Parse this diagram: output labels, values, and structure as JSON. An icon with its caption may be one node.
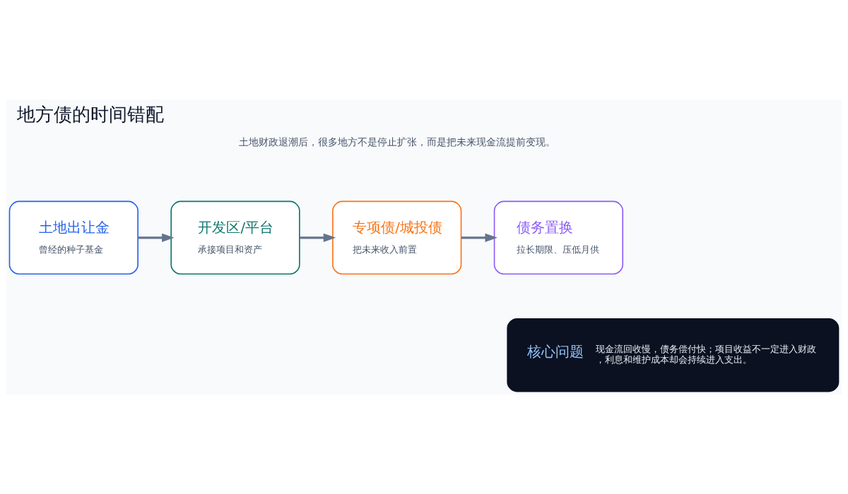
{
  "diagram": {
    "title": "地方债的时间错配",
    "nodes": [
      {
        "text": [
          "土地出让金",
          "曾经的种子基金"
        ]
      },
      {
        "text": [
          "开发区/平台",
          "承接项目和资产"
        ]
      },
      {
        "text": [
          "专项债/城投债",
          "把未来收入前置"
        ]
      },
      {
        "text": [
          "债务置换",
          "拉长期限、压低月供"
        ]
      },
      {
        "text": [
          "核心问题",
          "现金流回收慢，债务偿付快；项目收益不一定进入财政，利息和维护成本却会持续进入支出。"
        ]
      }
    ],
    "edges": [
      {
        "from": 0,
        "to": 1,
        "arrow": "to"
      },
      {
        "from": 1,
        "to": 2,
        "arrow": "to"
      },
      {
        "from": 2,
        "to": 3,
        "arrow": "to"
      }
    ],
    "labels": [
      "土地财政退潮后，很多地方不是停止扩张，而是把未来现金流提前变现。"
    ]
  }
}
